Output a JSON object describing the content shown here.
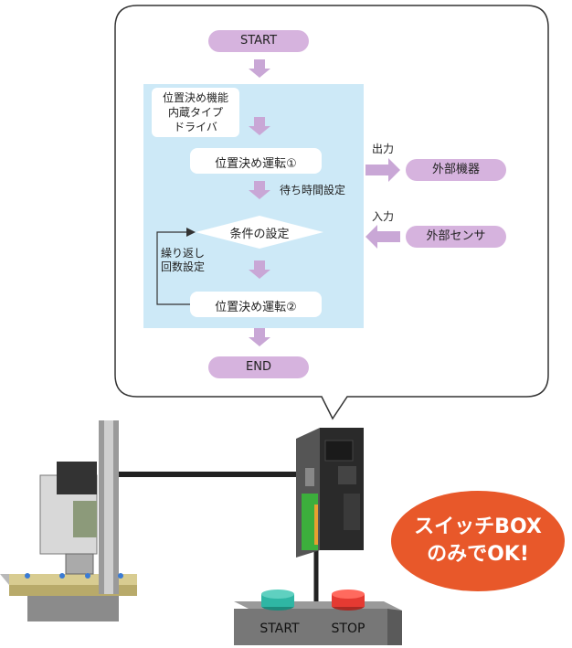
{
  "flowchart": {
    "start": "START",
    "driver_box": [
      "位置決め機能",
      "内蔵タイプ",
      "ドライバ"
    ],
    "op1": "位置決め運転①",
    "wait_label": "待ち時間設定",
    "condition": "条件の設定",
    "repeat_label": [
      "繰り返し",
      "回数設定"
    ],
    "op2": "位置決め運転②",
    "end": "END",
    "output_label": "出力",
    "external_device": "外部機器",
    "input_label": "入力",
    "external_sensor": "外部センサ"
  },
  "switch_box": {
    "start_label": "START",
    "stop_label": "STOP"
  },
  "badge": {
    "line1": "スイッチBOX",
    "line2": "のみでOK!"
  },
  "colors": {
    "pill": "#d6b3de",
    "arrow": "#c9a7d6",
    "panel": "#cde9f7",
    "badge": "#e8582a",
    "start_button": "#2fb6a4",
    "stop_button": "#e53a32"
  }
}
